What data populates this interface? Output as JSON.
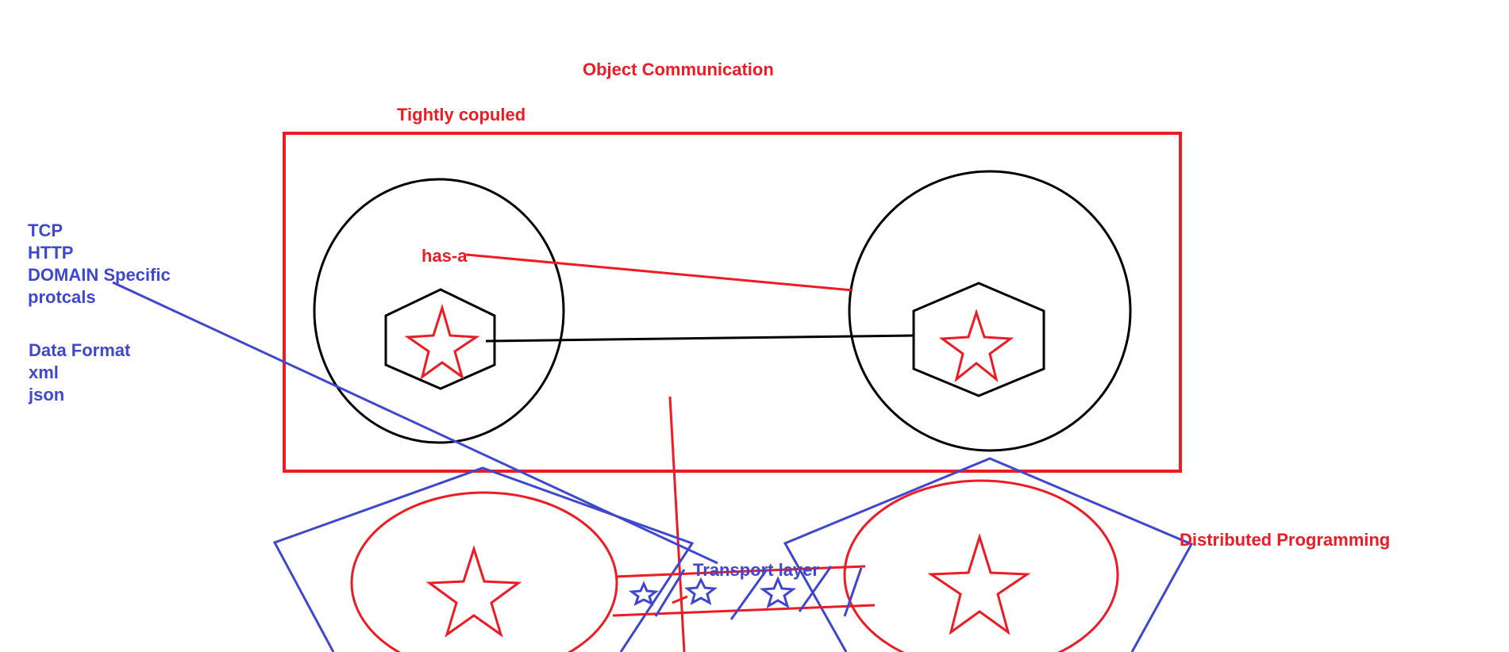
{
  "labels": {
    "title": "Object Communication",
    "tightly_coupled": "Tightly copuled",
    "has_a": "has-a",
    "distributed": "Distributed Programming",
    "transport_layer": "Transport layer",
    "protocols": [
      "TCP",
      "HTTP",
      "DOMAIN Specific",
      "protcals"
    ],
    "data_formats": [
      "Data Format",
      "xml",
      "json"
    ]
  },
  "colors": {
    "red": "#ed1c24",
    "blue": "#3f48cc",
    "black": "#000000",
    "background": "#ffffff"
  }
}
